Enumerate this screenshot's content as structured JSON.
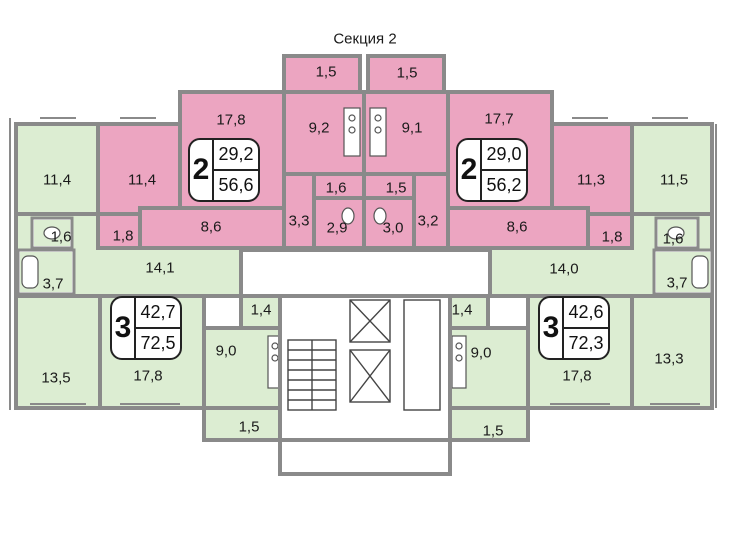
{
  "section_title": "Секция 2",
  "colors": {
    "wall": "#8a8a8a",
    "green": "#dcedd2",
    "pink": "#eca5c1",
    "outline": "#2b2b2b"
  },
  "apartments": {
    "apt2_left": {
      "rooms": "2",
      "living_area": "29,2",
      "total_area": "56,6"
    },
    "apt2_right": {
      "rooms": "2",
      "living_area": "29,0",
      "total_area": "56,2"
    },
    "apt3_left": {
      "rooms": "3",
      "living_area": "42,7",
      "total_area": "72,5"
    },
    "apt3_right": {
      "rooms": "3",
      "living_area": "42,6",
      "total_area": "72,3"
    }
  },
  "room_areas": {
    "balcony_top_left": "1,5",
    "balcony_top_right": "1,5",
    "a2l_room_large": "17,8",
    "a2l_kitchen": "9,2",
    "a2r_kitchen": "9,1",
    "a2r_room_large": "17,7",
    "a3l_room_top": "11,4",
    "a2l_room_small": "11,4",
    "a2r_room_small": "11,3",
    "a3r_room_top": "11,5",
    "a2l_wc": "1,6",
    "a2r_wc": "1,5",
    "a2l_bath": "2,9",
    "a2r_bath": "3,0",
    "a2l_closet": "3,3",
    "a2r_closet": "3,2",
    "a2l_hall": "8,6",
    "a2r_hall": "8,6",
    "a2l_loggia": "1,8",
    "a2r_loggia": "1,8",
    "a3l_wc": "1,6",
    "a3r_wc": "1,6",
    "a3l_bath": "3,7",
    "a3r_bath": "3,7",
    "a3l_hall": "14,1",
    "a3r_hall": "14,0",
    "a3l_storage": "1,4",
    "a3r_storage": "1,4",
    "a3l_kitchen": "9,0",
    "a3r_kitchen": "9,0",
    "a3l_room_corner": "13,5",
    "a3l_room_living": "17,8",
    "a3r_room_living": "17,8",
    "a3r_room_corner": "13,3",
    "balcony_bottom_left": "1,5",
    "balcony_bottom_right": "1,5"
  }
}
